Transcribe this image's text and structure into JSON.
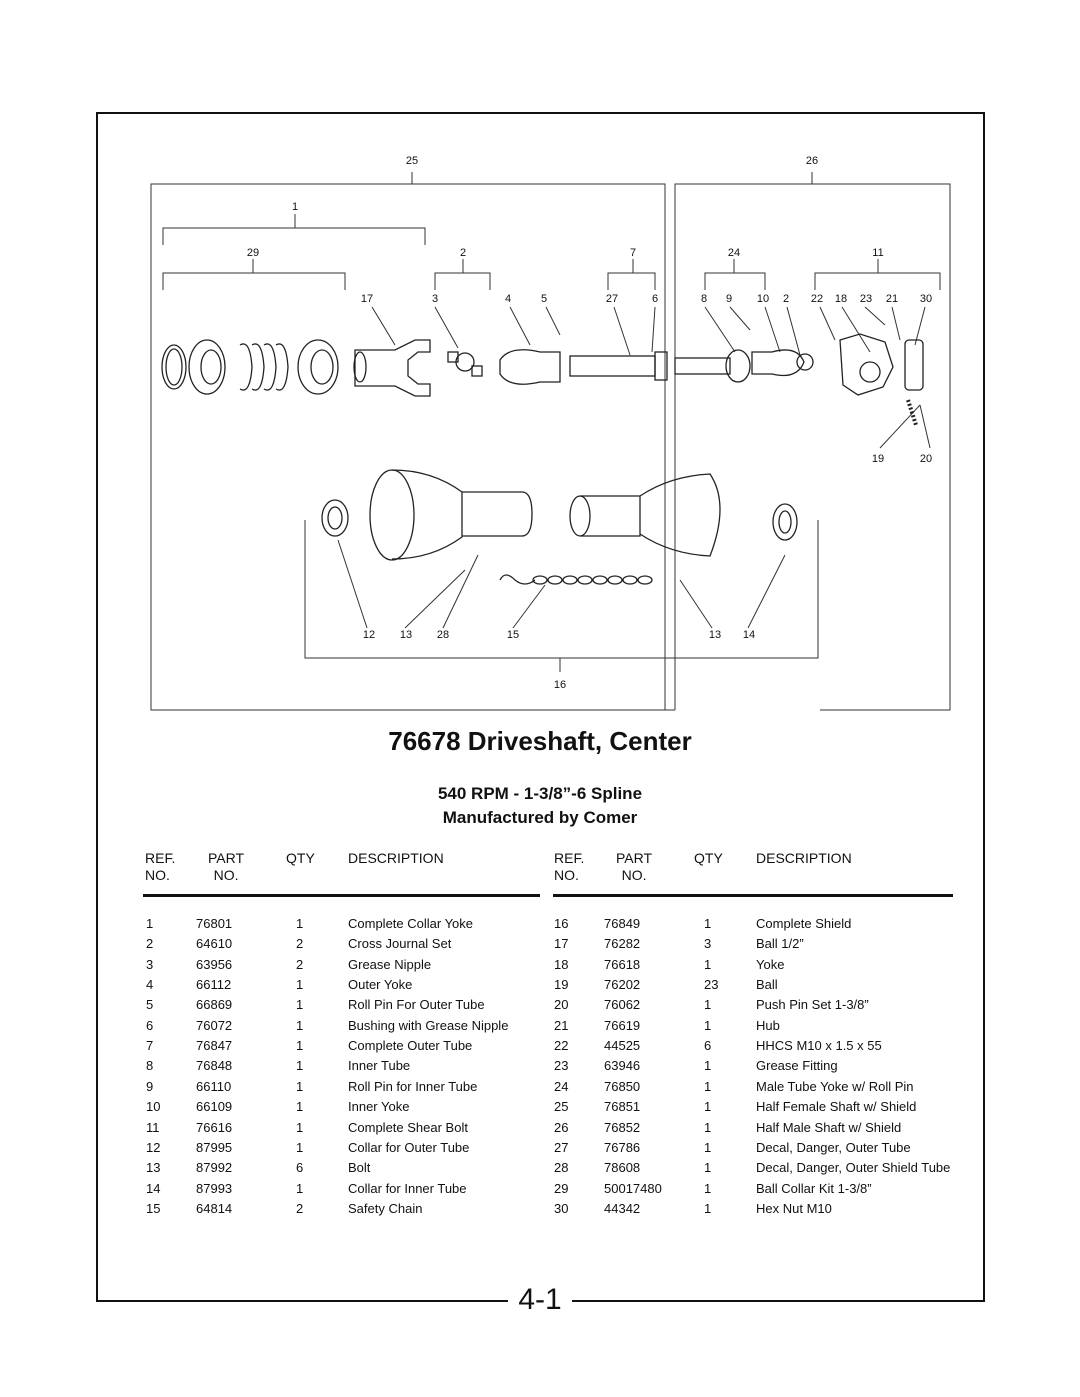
{
  "diagram": {
    "callouts": [
      "25",
      "26",
      "1",
      "29",
      "2",
      "7",
      "24",
      "11",
      "17",
      "3",
      "4",
      "5",
      "27",
      "6",
      "8",
      "9",
      "10",
      "2",
      "22",
      "18",
      "23",
      "21",
      "30",
      "19",
      "20",
      "12",
      "13",
      "28",
      "15",
      "13",
      "14",
      "16"
    ]
  },
  "title": "76678 Driveshaft, Center",
  "subtitle1": "540 RPM - 1-3/8”-6 Spline",
  "subtitle2": "Manufactured by Comer",
  "headers": {
    "ref": "REF.",
    "no": "NO.",
    "part": "PART",
    "part_no": "NO.",
    "qty": "QTY",
    "desc": "DESCRIPTION"
  },
  "left_rows": [
    {
      "ref": "1",
      "part": "76801",
      "qty": "1",
      "desc": "Complete Collar Yoke"
    },
    {
      "ref": "2",
      "part": "64610",
      "qty": "2",
      "desc": "Cross Journal Set"
    },
    {
      "ref": "3",
      "part": "63956",
      "qty": "2",
      "desc": "Grease Nipple"
    },
    {
      "ref": "4",
      "part": "66112",
      "qty": "1",
      "desc": "Outer Yoke"
    },
    {
      "ref": "5",
      "part": "66869",
      "qty": "1",
      "desc": "Roll Pin For Outer Tube"
    },
    {
      "ref": "6",
      "part": "76072",
      "qty": "1",
      "desc": "Bushing with Grease Nipple"
    },
    {
      "ref": "7",
      "part": "76847",
      "qty": "1",
      "desc": "Complete Outer Tube"
    },
    {
      "ref": "8",
      "part": "76848",
      "qty": "1",
      "desc": "Inner Tube"
    },
    {
      "ref": "9",
      "part": "66110",
      "qty": "1",
      "desc": "Roll Pin for Inner Tube"
    },
    {
      "ref": "10",
      "part": "66109",
      "qty": "1",
      "desc": "Inner Yoke"
    },
    {
      "ref": "11",
      "part": "76616",
      "qty": "1",
      "desc": "Complete Shear Bolt"
    },
    {
      "ref": "12",
      "part": "87995",
      "qty": "1",
      "desc": "Collar for Outer Tube"
    },
    {
      "ref": "13",
      "part": "87992",
      "qty": "6",
      "desc": "Bolt"
    },
    {
      "ref": "14",
      "part": "87993",
      "qty": "1",
      "desc": "Collar for Inner Tube"
    },
    {
      "ref": "15",
      "part": "64814",
      "qty": "2",
      "desc": "Safety Chain"
    }
  ],
  "right_rows": [
    {
      "ref": "16",
      "part": "76849",
      "qty": "1",
      "desc": "Complete Shield"
    },
    {
      "ref": "17",
      "part": "76282",
      "qty": "3",
      "desc": "Ball 1/2”"
    },
    {
      "ref": "18",
      "part": "76618",
      "qty": "1",
      "desc": "Yoke"
    },
    {
      "ref": "19",
      "part": "76202",
      "qty": "23",
      "desc": "Ball"
    },
    {
      "ref": "20",
      "part": "76062",
      "qty": "1",
      "desc": "Push Pin Set 1-3/8”"
    },
    {
      "ref": "21",
      "part": "76619",
      "qty": "1",
      "desc": "Hub"
    },
    {
      "ref": "22",
      "part": "44525",
      "qty": "6",
      "desc": "HHCS M10 x 1.5 x 55"
    },
    {
      "ref": "23",
      "part": "63946",
      "qty": "1",
      "desc": "Grease Fitting"
    },
    {
      "ref": "24",
      "part": "76850",
      "qty": "1",
      "desc": "Male Tube Yoke w/ Roll Pin"
    },
    {
      "ref": "25",
      "part": "76851",
      "qty": "1",
      "desc": "Half Female Shaft w/ Shield"
    },
    {
      "ref": "26",
      "part": "76852",
      "qty": "1",
      "desc": "Half Male Shaft w/ Shield"
    },
    {
      "ref": "27",
      "part": "76786",
      "qty": "1",
      "desc": "Decal, Danger, Outer Tube"
    },
    {
      "ref": "28",
      "part": "78608",
      "qty": "1",
      "desc": "Decal, Danger, Outer Shield Tube"
    },
    {
      "ref": "29",
      "part": "50017480",
      "qty": "1",
      "desc": "Ball Collar Kit 1-3/8”"
    },
    {
      "ref": "30",
      "part": "44342",
      "qty": "1",
      "desc": "Hex Nut M10"
    }
  ],
  "page_number": "4-1"
}
